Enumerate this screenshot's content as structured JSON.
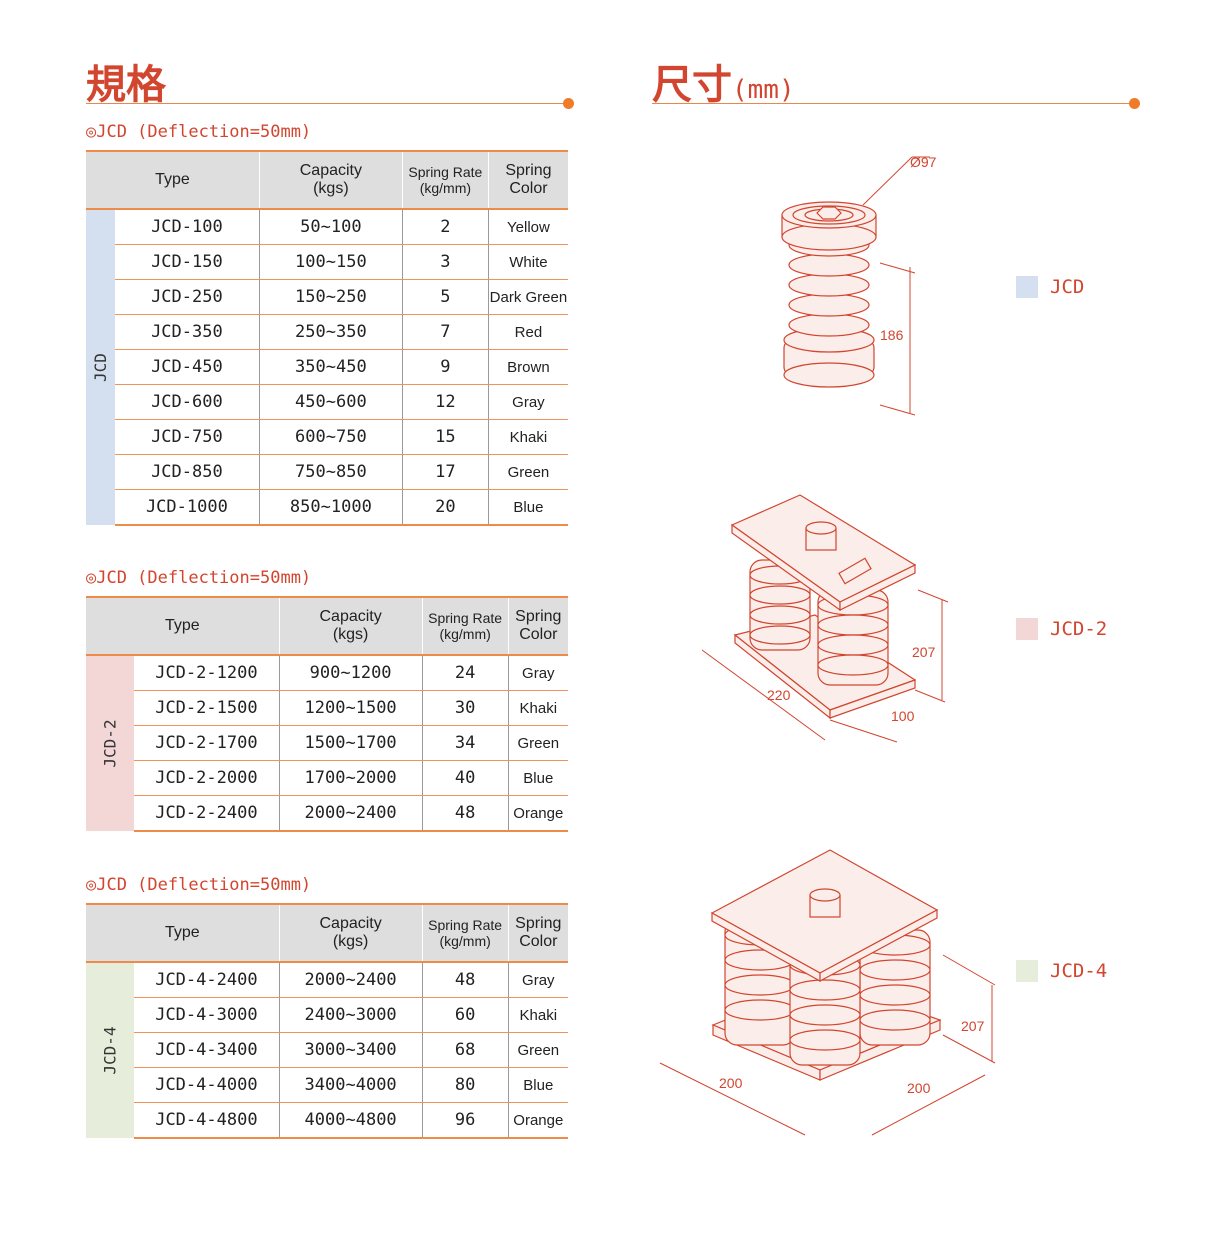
{
  "left_title": "規格",
  "right_title": "尺寸",
  "right_unit": "(mm)",
  "colors": {
    "accent": "#d2452f",
    "rule": "#e8884a",
    "jcd": "#d4e0ef",
    "jcd2": "#f3d6d6",
    "jcd4": "#e6eedb"
  },
  "tables": [
    {
      "subtitle": "◎JCD (Deflection=50mm)",
      "group": "JCD",
      "headers": {
        "type": "Type",
        "capacity": "Capacity",
        "capacity_unit": "(kgs)",
        "rate": "Spring Rate",
        "rate_unit": "(kg/mm)",
        "color": "Spring",
        "color2": "Color"
      },
      "rows": [
        {
          "type": "JCD-100",
          "cap": "50~100",
          "rate": "2",
          "color": "Yellow"
        },
        {
          "type": "JCD-150",
          "cap": "100~150",
          "rate": "3",
          "color": "White"
        },
        {
          "type": "JCD-250",
          "cap": "150~250",
          "rate": "5",
          "color": "Dark Green"
        },
        {
          "type": "JCD-350",
          "cap": "250~350",
          "rate": "7",
          "color": "Red"
        },
        {
          "type": "JCD-450",
          "cap": "350~450",
          "rate": "9",
          "color": "Brown"
        },
        {
          "type": "JCD-600",
          "cap": "450~600",
          "rate": "12",
          "color": "Gray"
        },
        {
          "type": "JCD-750",
          "cap": "600~750",
          "rate": "15",
          "color": "Khaki"
        },
        {
          "type": "JCD-850",
          "cap": "750~850",
          "rate": "17",
          "color": "Green"
        },
        {
          "type": "JCD-1000",
          "cap": "850~1000",
          "rate": "20",
          "color": "Blue"
        }
      ]
    },
    {
      "subtitle": "◎JCD (Deflection=50mm)",
      "group": "JCD-2",
      "headers": {
        "type": "Type",
        "capacity": "Capacity",
        "capacity_unit": "(kgs)",
        "rate": "Spring Rate",
        "rate_unit": "(kg/mm)",
        "color": "Spring",
        "color2": "Color"
      },
      "rows": [
        {
          "type": "JCD-2-1200",
          "cap": "900~1200",
          "rate": "24",
          "color": "Gray"
        },
        {
          "type": "JCD-2-1500",
          "cap": "1200~1500",
          "rate": "30",
          "color": "Khaki"
        },
        {
          "type": "JCD-2-1700",
          "cap": "1500~1700",
          "rate": "34",
          "color": "Green"
        },
        {
          "type": "JCD-2-2000",
          "cap": "1700~2000",
          "rate": "40",
          "color": "Blue"
        },
        {
          "type": "JCD-2-2400",
          "cap": "2000~2400",
          "rate": "48",
          "color": "Orange"
        }
      ]
    },
    {
      "subtitle": "◎JCD (Deflection=50mm)",
      "group": "JCD-4",
      "headers": {
        "type": "Type",
        "capacity": "Capacity",
        "capacity_unit": "(kgs)",
        "rate": "Spring Rate",
        "rate_unit": "(kg/mm)",
        "color": "Spring",
        "color2": "Color"
      },
      "rows": [
        {
          "type": "JCD-4-2400",
          "cap": "2000~2400",
          "rate": "48",
          "color": "Gray"
        },
        {
          "type": "JCD-4-3000",
          "cap": "2400~3000",
          "rate": "60",
          "color": "Khaki"
        },
        {
          "type": "JCD-4-3400",
          "cap": "3000~3400",
          "rate": "68",
          "color": "Green"
        },
        {
          "type": "JCD-4-4000",
          "cap": "3400~4000",
          "rate": "80",
          "color": "Blue"
        },
        {
          "type": "JCD-4-4800",
          "cap": "4000~4800",
          "rate": "96",
          "color": "Orange"
        }
      ]
    }
  ],
  "drawings": [
    {
      "label": "JCD",
      "dims": [
        "Ø97",
        "186"
      ]
    },
    {
      "label": "JCD-2",
      "dims": [
        "207",
        "220",
        "100"
      ]
    },
    {
      "label": "JCD-4",
      "dims": [
        "207",
        "200",
        "200"
      ]
    }
  ]
}
